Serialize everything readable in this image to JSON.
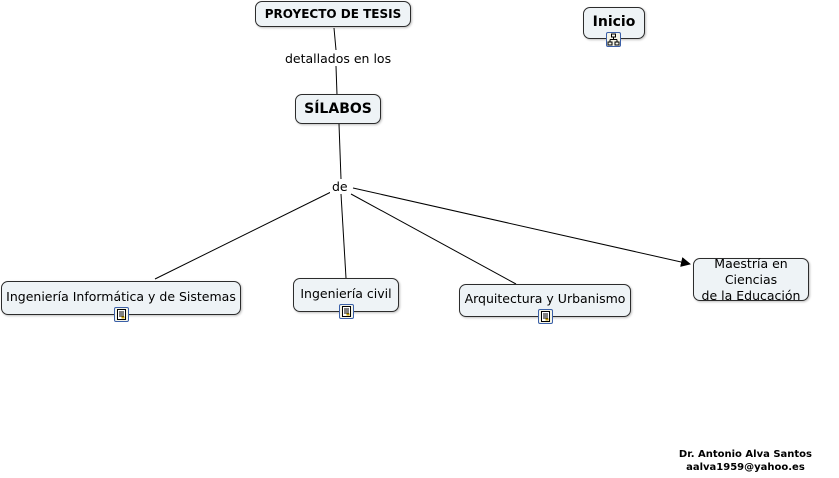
{
  "nodes": {
    "proyecto": "PROYECTO DE TESIS",
    "inicio": "Inicio",
    "silabos": "SÍLABOS",
    "informatica": "Ingeniería Informática y de Sistemas",
    "civil": "Ingeniería civil",
    "arquitectura": "Arquitectura y Urbanismo",
    "maestria_line1": "Maestría en Ciencias",
    "maestria_line2": "de la Educación"
  },
  "links": {
    "detallados": "detallados en los",
    "de": "de"
  },
  "footer": {
    "author": "Dr. Antonio Alva Santos",
    "email": "aalva1959@yahoo.es"
  },
  "icons": {
    "concept_map": "concept-map-icon",
    "document": "document-icon"
  }
}
